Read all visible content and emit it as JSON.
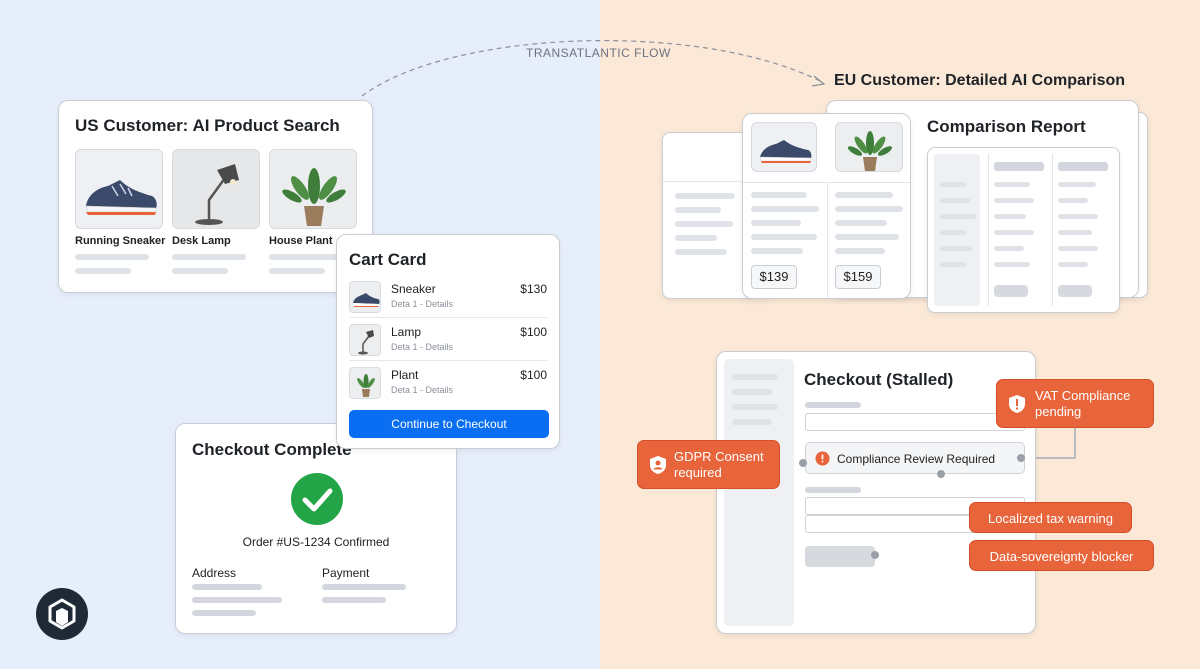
{
  "flow_label": "TRANSATLANTIC FLOW",
  "eu_heading": "EU Customer: Detailed AI Comparison",
  "us_search": {
    "title": "US Customer: AI Product Search",
    "products": [
      {
        "label": "Running Sneaker",
        "icon": "sneaker-icon"
      },
      {
        "label": "Desk Lamp",
        "icon": "lamp-icon"
      },
      {
        "label": "House Plant",
        "icon": "plant-icon"
      }
    ]
  },
  "cart": {
    "title": "Cart Card",
    "items": [
      {
        "name": "Sneaker",
        "sub": "Deta 1 - Details",
        "price": "$130",
        "icon": "sneaker-icon"
      },
      {
        "name": "Lamp",
        "sub": "Deta 1 - Details",
        "price": "$100",
        "icon": "lamp-icon"
      },
      {
        "name": "Plant",
        "sub": "Deta 1 - Details",
        "price": "$100",
        "icon": "plant-icon"
      }
    ],
    "button": "Continue to Checkout"
  },
  "checkout_complete": {
    "title": "Checkout Complete",
    "order": "Order #US-1234 Confirmed",
    "address_label": "Address",
    "payment_label": "Payment"
  },
  "comparison": {
    "title": "Comparison Report",
    "prices": [
      "$139",
      "$159"
    ]
  },
  "checkout_stalled": {
    "title": "Checkout (Stalled)",
    "review": "Compliance Review Required"
  },
  "tags": {
    "vat": "VAT Compliance pending",
    "gdpr": "GDPR Consent required",
    "tax": "Localized tax warning",
    "sovereignty": "Data-sovereignty blocker"
  },
  "colors": {
    "accent_blue": "#0a6ef2",
    "warning_orange": "#e8643a",
    "success_green": "#22a447",
    "left_bg": "#e7eefb",
    "right_bg": "#fbe8d6"
  }
}
